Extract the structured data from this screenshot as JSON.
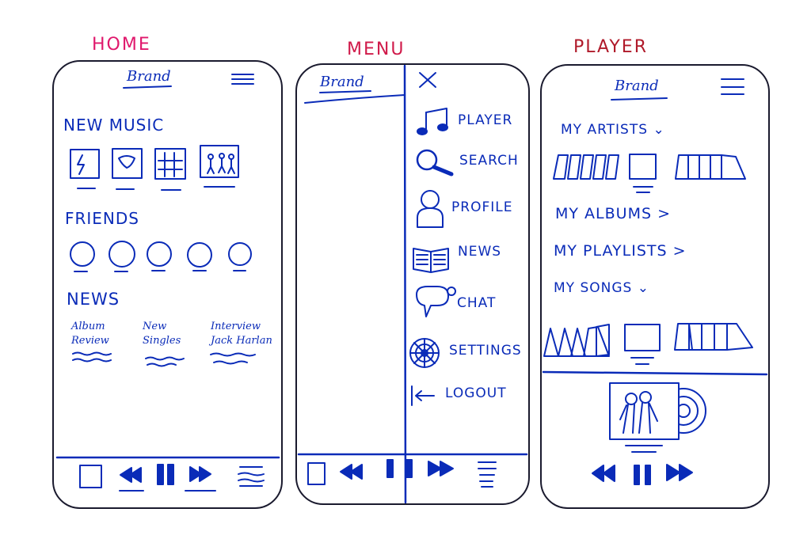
{
  "colors": {
    "ink": "#0a2bb8",
    "home_title": "#e0186c",
    "menu_title": "#d01a4a",
    "player_title": "#b01a2a"
  },
  "screens": {
    "home": {
      "title": "HOME",
      "brand": "Brand",
      "new_music": "NEW MUSIC",
      "friends": "FRIENDS",
      "news": "NEWS",
      "news_items": [
        "Album Review",
        "New Singles",
        "Interview Jack Harlan"
      ]
    },
    "menu": {
      "title": "MENU",
      "brand": "Brand",
      "items": [
        "PLAYER",
        "SEARCH",
        "PROFILE",
        "NEWS",
        "CHAT",
        "SETTINGS",
        "LOGOUT"
      ]
    },
    "player": {
      "title": "PLAYER",
      "brand": "Brand",
      "my_artists": "MY ARTISTS",
      "my_albums": "MY ALBUMS",
      "my_playlists": "MY PLAYLISTS",
      "my_songs": "MY SONGS"
    }
  }
}
